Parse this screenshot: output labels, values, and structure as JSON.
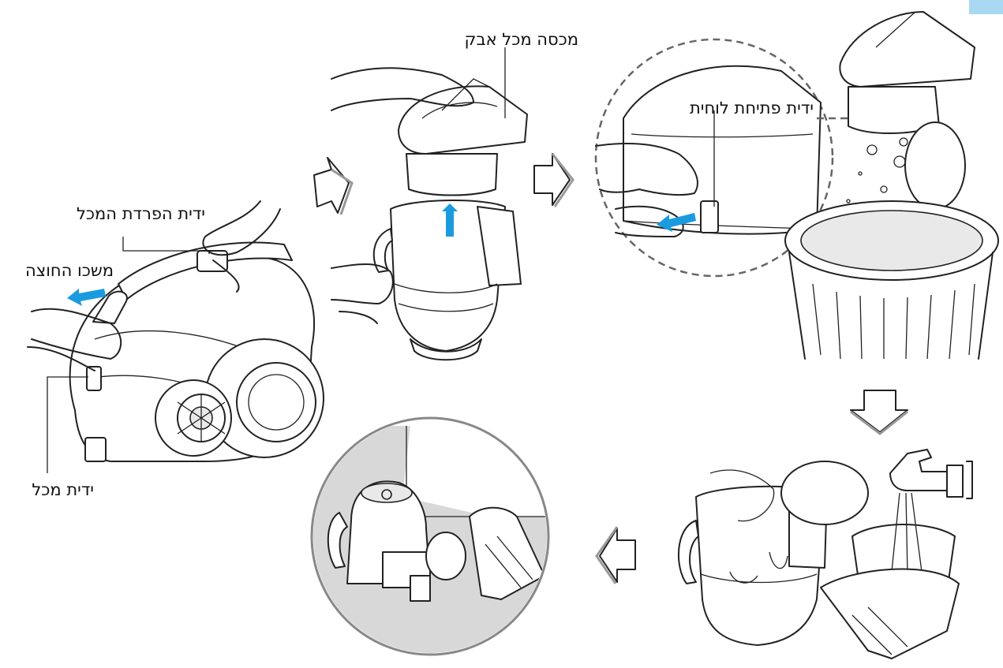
{
  "labels": {
    "dust_cover": "מכסה מכל אבק",
    "separation_handle": "ידית הפרדת המכל",
    "pull_handle": "משכו החוצה",
    "bin_handle": "ידית מכל",
    "plate_release_handle": "ידית פתיחת לוחית"
  },
  "colors": {
    "accent_arrow": "#1a9be0",
    "corner_tab": "#a9d8f2",
    "zoom_background": "#d8d8d8"
  },
  "steps": [
    "detach-bin",
    "remove-cover",
    "release-plate-empty",
    "wash-bin",
    "reassemble"
  ]
}
